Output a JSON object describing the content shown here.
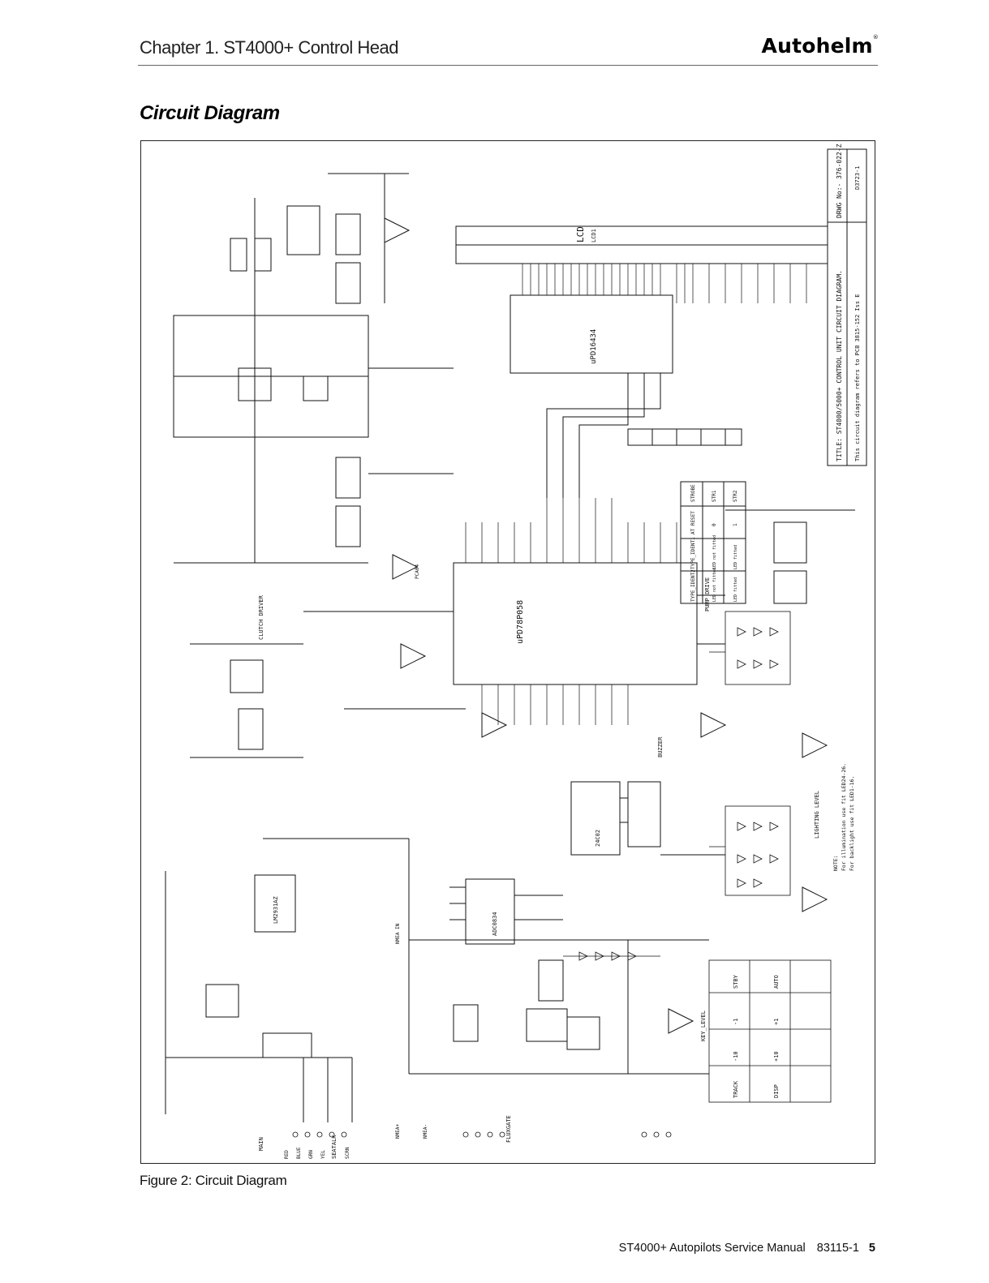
{
  "header": {
    "chapter_title": "Chapter 1. ST4000+  Control Head",
    "brand": "Autohelm",
    "brand_mark": "®"
  },
  "section": {
    "title": "Circuit Diagram"
  },
  "diagram": {
    "title_block": "TITLE: ST4000/5000+ CONTROL UNIT CIRCUIT DIAGRAM.",
    "drawing_no": "DRWG No:- 376-022-Z",
    "drawing_ref": "D3723-1",
    "note": "This circuit diagram refers to PCB 3815-152 Iss E",
    "ic_main": "uPD78P058",
    "ic_lcd": "uPD16434",
    "lcd_label": "LCD",
    "lcd_ref": "LCD1",
    "ic_supply": "PCA04",
    "ic_adc": "ADC0834",
    "ic_eeprom": "24C02",
    "ic_regulator": "LM2931AZ",
    "main_label": "MAIN",
    "seatalk_label": "SEATALK",
    "clutch_label": "CLUTCH DRIVER",
    "fluxgate_label": "FLUXGATE",
    "pump_label": "PUMP DRIVE",
    "key_level": "KEY_LEVEL",
    "buzzer": "BUZZER",
    "illum_label": "LIGHTING LEVEL",
    "strobe_header": [
      "STROBE",
      "STR1",
      "STR2"
    ],
    "strobe_rows": [
      [
        "AT RESET",
        "0",
        "1"
      ],
      [
        "TYPE_IDENT1",
        "LED not fitted",
        "LED fitted"
      ],
      [
        "TYPE_IDENT2",
        "LED not fitted",
        "LED fitted"
      ]
    ],
    "keys": [
      "STBY",
      "AUTO",
      "-1",
      "+1",
      "-10",
      "+10",
      "TRACK",
      "DISP"
    ],
    "notes": [
      "NOTE:",
      "For illumination use fit LED24-26.",
      "For backlight use fit LED1-16."
    ],
    "connector_pins": [
      "RED",
      "BLUE",
      "GRN",
      "YEL",
      "SCRN"
    ],
    "nmea_labels": [
      "NMEA IN",
      "NMEA+",
      "NMEA-"
    ]
  },
  "caption": {
    "figure_label": "Figure 2: Circuit Diagram"
  },
  "footer": {
    "manual": "ST4000+ Autopilots Service Manual",
    "code": "83115-1",
    "page": "5"
  }
}
